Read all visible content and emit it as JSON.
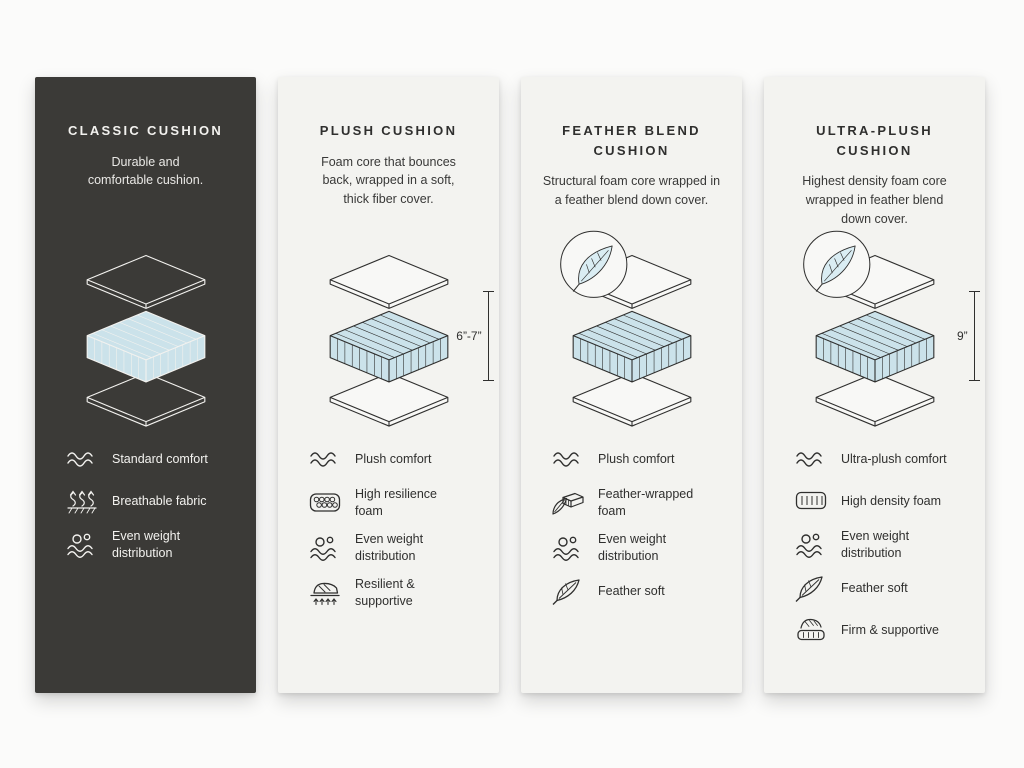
{
  "page": {
    "kind": "cushion-comparison-infographic",
    "colors": {
      "page_bg": "#fbfbfa",
      "dark_card_bg": "#3b3a37",
      "light_card_bg": "#f3f3f0",
      "foam_fill": "#cbe2ea",
      "feather_fill": "#daedf3"
    }
  },
  "cards": [
    {
      "title": "CLASSIC CUSHION",
      "description": "Durable and\ncomfortable cushion.",
      "theme": "dark",
      "illustration": "exploded-cushion-layers",
      "features": [
        {
          "icon": "wave-icon",
          "label": "Standard comfort"
        },
        {
          "icon": "breathable-fabric-icon",
          "label": "Breathable fabric"
        },
        {
          "icon": "even-weight-icon",
          "label": "Even weight\ndistribution"
        }
      ]
    },
    {
      "title": "PLUSH CUSHION",
      "description": "Foam core that bounces\nback, wrapped in a soft,\nthick fiber cover.",
      "theme": "light",
      "illustration": "exploded-cushion-layers",
      "dimension_label": "6”-7”",
      "features": [
        {
          "icon": "wave-icon",
          "label": "Plush comfort"
        },
        {
          "icon": "honeycomb-foam-icon",
          "label": "High resilience\nfoam"
        },
        {
          "icon": "even-weight-icon",
          "label": "Even weight\ndistribution"
        },
        {
          "icon": "resilient-icon",
          "label": "Resilient &\nsupportive"
        }
      ]
    },
    {
      "title": "FEATHER BLEND\nCUSHION",
      "description": "Structural foam core wrapped in\na feather blend down cover.",
      "theme": "light",
      "illustration": "exploded-cushion-layers-with-feather-badge",
      "features": [
        {
          "icon": "wave-icon",
          "label": "Plush comfort"
        },
        {
          "icon": "feather-wrapped-foam-icon",
          "label": "Feather-wrapped\nfoam"
        },
        {
          "icon": "even-weight-icon",
          "label": "Even weight\ndistribution"
        },
        {
          "icon": "feather-icon",
          "label": "Feather soft"
        }
      ]
    },
    {
      "title": "ULTRA-PLUSH\nCUSHION",
      "description": "Highest density foam core\nwrapped in feather blend\ndown cover.",
      "theme": "light",
      "illustration": "exploded-cushion-layers-with-feather-badge",
      "dimension_label": "9”",
      "features": [
        {
          "icon": "wave-icon",
          "label": "Ultra-plush comfort"
        },
        {
          "icon": "high-density-foam-icon",
          "label": "High density foam"
        },
        {
          "icon": "even-weight-icon",
          "label": "Even weight\ndistribution"
        },
        {
          "icon": "feather-icon",
          "label": "Feather soft"
        },
        {
          "icon": "firm-supportive-icon",
          "label": "Firm & supportive"
        }
      ]
    }
  ]
}
